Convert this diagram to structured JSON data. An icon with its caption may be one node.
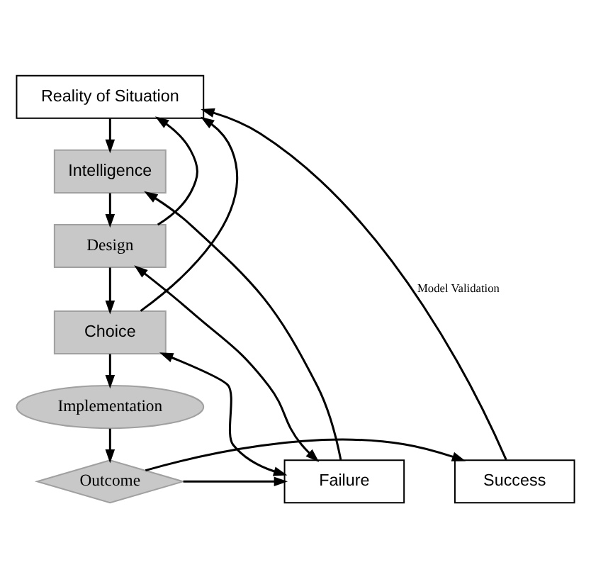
{
  "diagram": {
    "nodes": [
      {
        "text": [
          "Reality of Situation"
        ]
      },
      {
        "text": [
          "Intelligence"
        ]
      },
      {
        "text": [
          "Design"
        ]
      },
      {
        "text": [
          "Choice"
        ]
      },
      {
        "text": [
          "Implementation"
        ]
      },
      {
        "text": [
          "Outcome"
        ]
      },
      {
        "text": [
          "Success"
        ]
      },
      {
        "text": [
          "Failure"
        ]
      }
    ],
    "edges": [
      {
        "from": 0,
        "to": 1,
        "arrow": "to"
      },
      {
        "from": 1,
        "to": 2,
        "arrow": "to"
      },
      {
        "from": 2,
        "to": 3,
        "arrow": "to"
      },
      {
        "from": 3,
        "to": 4,
        "arrow": "to"
      },
      {
        "from": 4,
        "to": 5,
        "arrow": "to"
      },
      {
        "from": 5,
        "to": 6,
        "arrow": "to"
      },
      {
        "from": 5,
        "to": 7,
        "arrow": "to"
      },
      {
        "from": 6,
        "to": 0,
        "arrow": "to",
        "label": "Model Validation"
      },
      {
        "from": 2,
        "to": 0,
        "arrow": "to"
      },
      {
        "from": 3,
        "to": 0,
        "arrow": "to"
      },
      {
        "from": 7,
        "to": 1,
        "arrow": "to"
      },
      {
        "from": 7,
        "to": 2,
        "arrow": "both"
      },
      {
        "from": 7,
        "to": 3,
        "arrow": "both"
      }
    ]
  }
}
